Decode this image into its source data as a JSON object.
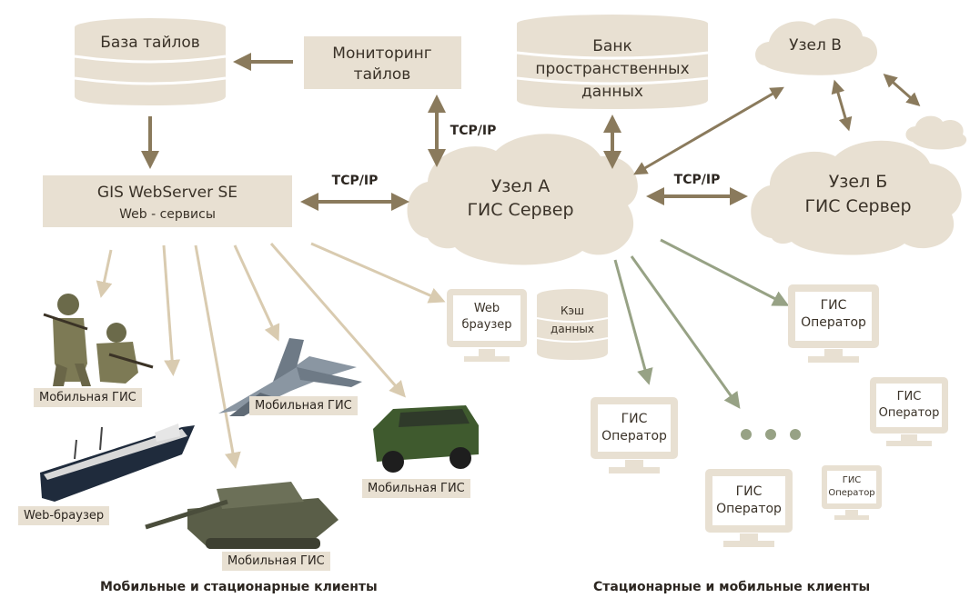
{
  "nodes": {
    "tile_base": "База тайлов",
    "tile_monitoring": [
      "Мониторинг",
      "тайлов"
    ],
    "spatial_bank": [
      "Банк",
      "пространственных",
      "данных"
    ],
    "node_v": "Узел В",
    "webserver": [
      "GIS WebServer SE",
      "Web - сервисы"
    ],
    "node_a": [
      "Узел А",
      "ГИС Сервер"
    ],
    "node_b": [
      "Узел Б",
      "ГИС Сервер"
    ],
    "web_browser": [
      "Web",
      "браузер"
    ],
    "cache": [
      "Кэш",
      "данных"
    ],
    "gis_operator": [
      "ГИС",
      "Оператор"
    ]
  },
  "links": {
    "tcp_ip": "TCP/IP"
  },
  "clients": {
    "soldiers": "Мобильная ГИС",
    "jet": "Мобильная ГИС",
    "ship": "Web-браузер",
    "tank": "Мобильная ГИС",
    "jeep": "Мобильная ГИС"
  },
  "captions": {
    "left": "Мобильные и стационарные клиенты",
    "right": "Стационарные и мобильные клиенты"
  },
  "colors": {
    "block": "#e8e0d2",
    "arrow_dark": "#8a7a5c",
    "arrow_light": "#d9cbb0",
    "arrow_green": "#97a285"
  }
}
